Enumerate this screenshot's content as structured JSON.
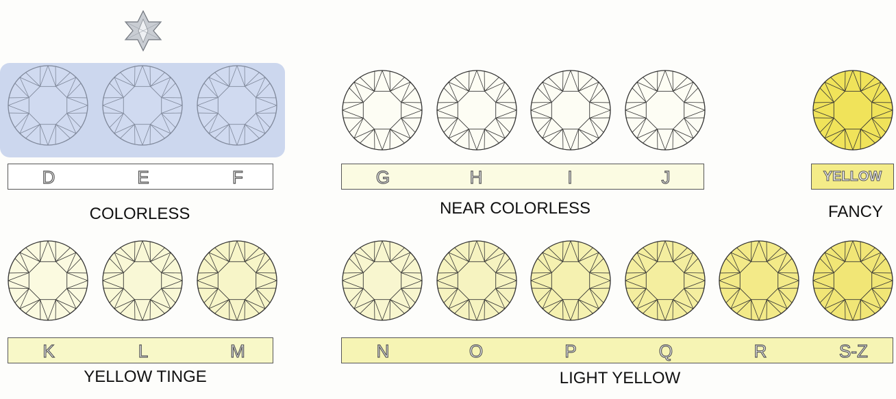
{
  "groups": [
    {
      "category": "COLORLESS",
      "grades": [
        "D",
        "E",
        "F"
      ]
    },
    {
      "category": "NEAR COLORLESS",
      "grades": [
        "G",
        "H",
        "I",
        "J"
      ]
    },
    {
      "category": "FANCY",
      "label": "YELLOW"
    },
    {
      "category": "YELLOW TINGE",
      "grades": [
        "K",
        "L",
        "M"
      ]
    },
    {
      "category": "LIGHT YELLOW",
      "grades": [
        "N",
        "O",
        "P",
        "Q",
        "R",
        "S-Z"
      ]
    }
  ],
  "colors": {
    "highlight": "#ccd7ee",
    "bar_near_colorless": "#fbfbe2",
    "bar_yellow_tinge": "#f8f8c8",
    "bar_light_yellow": "#f6f4b4",
    "bar_fancy": "#f4ec88",
    "gem_colorless": "#d0daf0",
    "gem_near_colorless": "#fdfdf4",
    "gem_yellow_tinge": [
      "#fbfae0",
      "#f9f8d6",
      "#f7f5c8"
    ],
    "gem_light_yellow": [
      "#f8f6cf",
      "#f6f3c0",
      "#f5f1b0",
      "#f4ee9f",
      "#f3ea88",
      "#f1e676"
    ],
    "gem_fancy": "#f0e35a"
  }
}
